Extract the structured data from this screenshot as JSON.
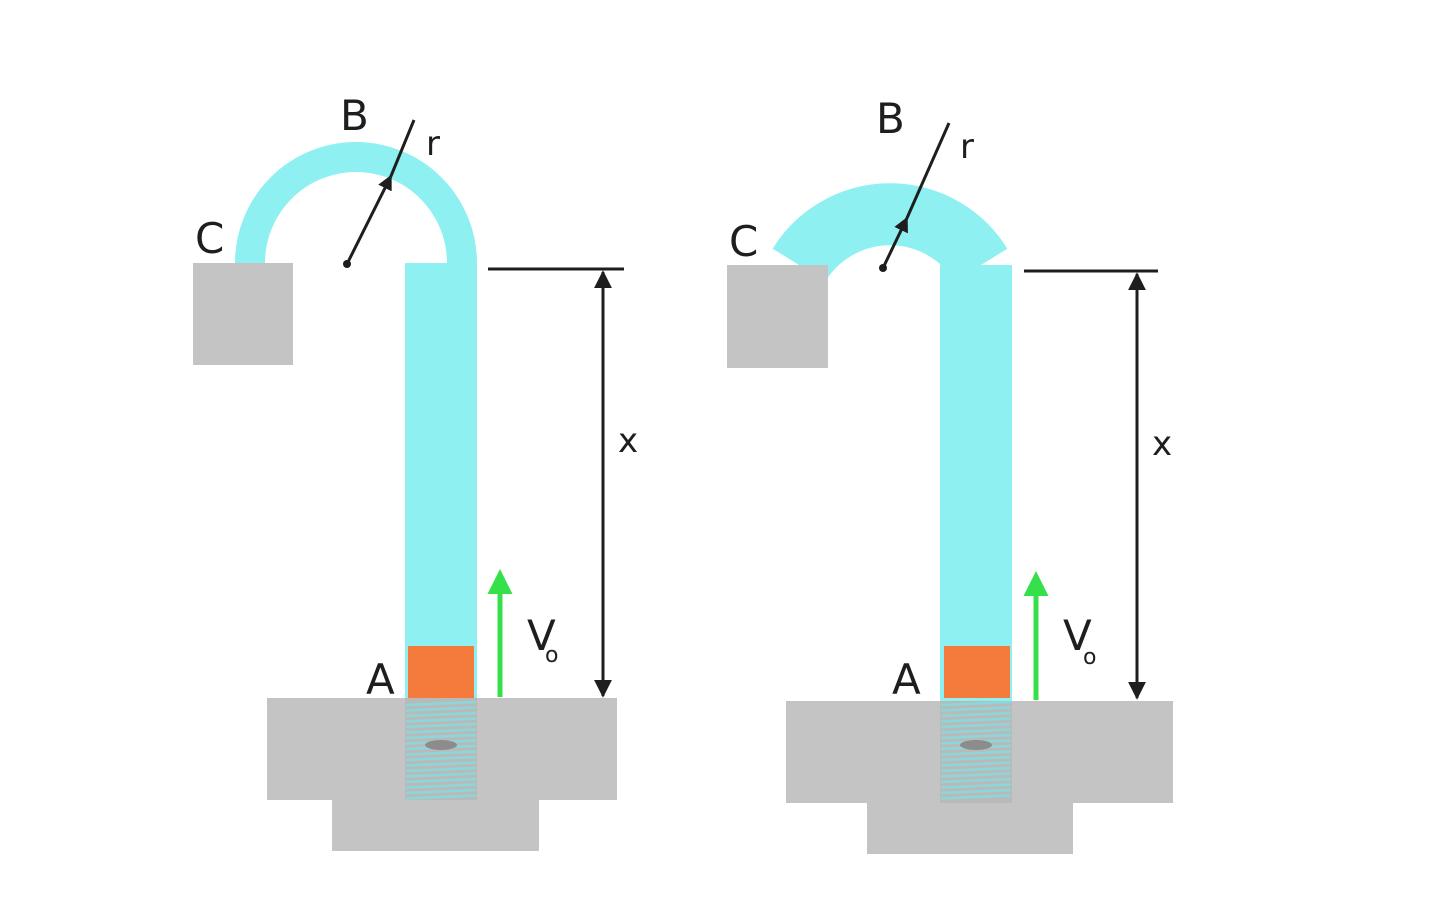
{
  "diagrams": [
    {
      "labels": {
        "a": "A",
        "b": "B",
        "c": "C",
        "r": "r",
        "x": "x",
        "v": "V",
        "v_sub": "o"
      },
      "colors": {
        "tube": "#8ff0f2",
        "ball": "#f47b3c",
        "block": "#c4c4c4",
        "arrow": "#36e04a",
        "line": "#1e1e1e"
      }
    },
    {
      "labels": {
        "a": "A",
        "b": "B",
        "c": "C",
        "r": "r",
        "x": "x",
        "v": "V",
        "v_sub": "o"
      },
      "colors": {
        "tube": "#8ff0f2",
        "ball": "#f47b3c",
        "block": "#c4c4c4",
        "arrow": "#36e04a",
        "line": "#1e1e1e"
      }
    }
  ]
}
